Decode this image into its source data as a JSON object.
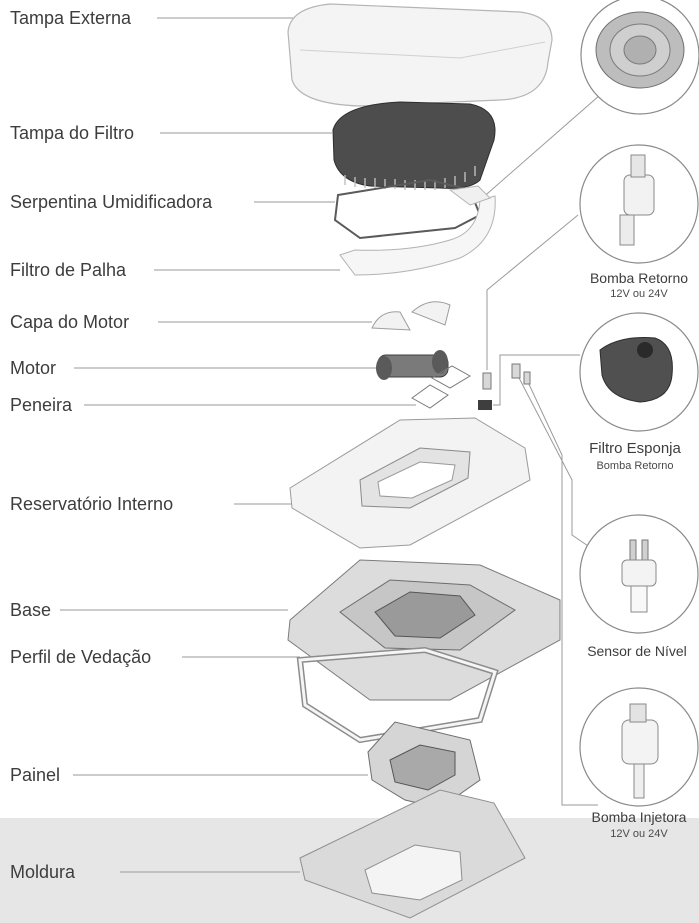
{
  "parts": {
    "tampa_externa": "Tampa Externa",
    "tampa_filtro": "Tampa do Filtro",
    "serpentina": "Serpentina Umidificadora",
    "filtro_palha": "Filtro de Palha",
    "capa_motor": "Capa do Motor",
    "motor": "Motor",
    "peneira": "Peneira",
    "reservatorio": "Reservatório Interno",
    "base": "Base",
    "perfil": "Perfil de Vedação",
    "painel": "Painel",
    "moldura": "Moldura"
  },
  "accessories": {
    "bomba_retorno_title": "Bomba Retorno",
    "bomba_retorno_sub": "12V ou 24V",
    "filtro_esponja_title": "Filtro Esponja",
    "filtro_esponja_sub": "Bomba Retorno",
    "sensor_nivel_title": "Sensor de Nível",
    "bomba_injetora_title": "Bomba Injetora",
    "bomba_injetora_sub": "12V ou 24V"
  },
  "colors": {
    "leader_line": "#9a9a9a",
    "part_fill": "#efefef",
    "part_stroke": "#8a8a8a",
    "dark_part": "#4a4a4a",
    "band": "#e6e6e6"
  }
}
